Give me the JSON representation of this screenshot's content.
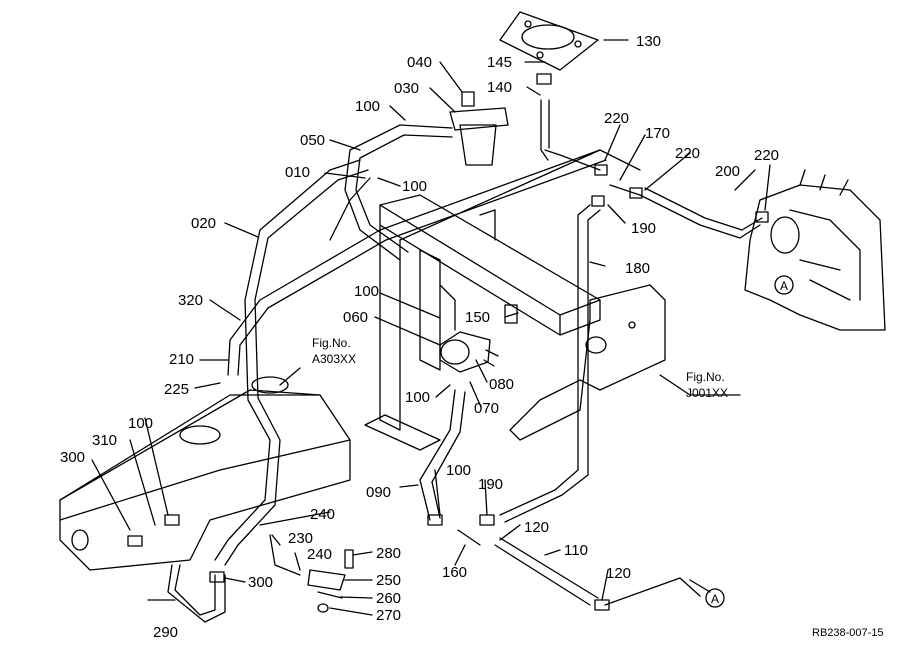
{
  "diagram_code": "RB238-007-15",
  "part_labels": [
    "130",
    "145",
    "140",
    "040",
    "030",
    "100",
    "050",
    "010",
    "100",
    "020",
    "220",
    "170",
    "220",
    "200",
    "220",
    "190",
    "180",
    "150",
    "100",
    "060",
    "320",
    "210",
    "225",
    "080",
    "070",
    "100",
    "100",
    "190",
    "090",
    "120",
    "110",
    "120",
    "160",
    "240",
    "230",
    "240",
    "280",
    "250",
    "260",
    "270",
    "300",
    "310",
    "100",
    "300",
    "290"
  ],
  "figure_refs": [
    {
      "title": "Fig.No.",
      "code": "A303XX"
    },
    {
      "title": "Fig.No.",
      "code": "J001XX"
    }
  ],
  "connection_marker": "A",
  "colors": {
    "ink": "#000000",
    "paper": "#ffffff"
  }
}
